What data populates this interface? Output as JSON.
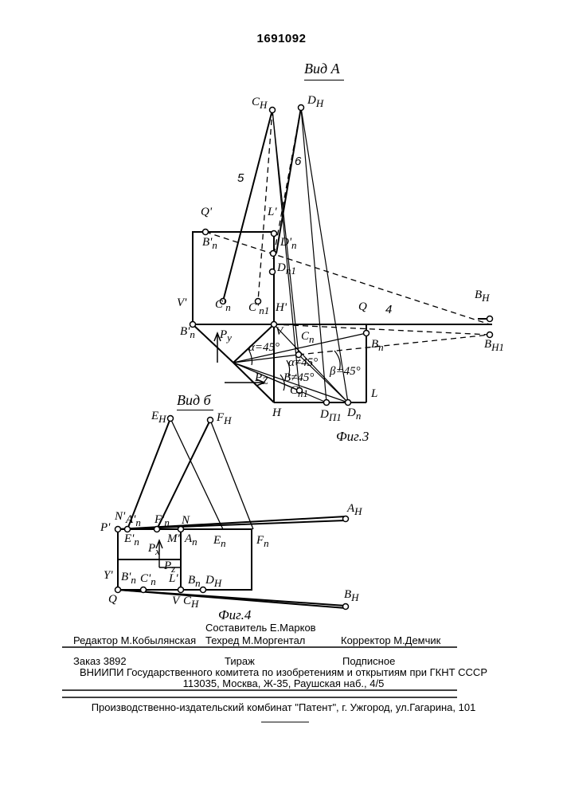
{
  "patent_number": "1691092",
  "figure3": {
    "view_label": "Вид A",
    "caption": "Фиг.3",
    "labels": {
      "CH": "C",
      "CH_sub": "H",
      "DH": "D",
      "DH_sub": "H",
      "five": "5",
      "six": "6",
      "Qp": "Q'",
      "Lp": "L'",
      "Bnp": "B'",
      "Bnp_sub": "п",
      "Dnp": "D'",
      "Dnp_sub": "п",
      "Dn1": "D",
      "Dn1_sub": "п1",
      "Vp": "V'",
      "Cnp": "C'",
      "Cnp_sub": "п",
      "Cn1p": "C'",
      "Cn1p_sub": "п1",
      "Hp": "H'",
      "Q": "Q",
      "four": "4",
      "BH": "B",
      "BH_sub": "H",
      "Bn": "B'",
      "Bn_sub": "п",
      "Py": "P",
      "Py_sub": "y",
      "V": "V",
      "Cn": "C",
      "Cn_sub": "п",
      "Bn1": "B",
      "Bn1_sub": "п",
      "BH1": "B",
      "BH1_sub": "H1",
      "alpha45": "α=45°",
      "alphaNe45": "α≠45°",
      "betaNe45": "B≠45°",
      "beta45": "β=45°",
      "Pz": "P",
      "Pz_sub": "Z",
      "Cn1": "C",
      "Cn1_sub": "п1",
      "L": "L",
      "H": "H",
      "Dpn1": "D",
      "Dpn1_sub": "П1",
      "Dpn": "D",
      "Dpn_sub": "п"
    }
  },
  "figure4": {
    "view_label": "Вид б",
    "caption": "Фиг.4",
    "labels": {
      "EH": "E",
      "EH_sub": "H",
      "FH": "F",
      "FH_sub": "H",
      "AH": "A",
      "AH_sub": "H",
      "Pp": "P'",
      "Np": "N'",
      "Anp": "A'",
      "Anp_sub": "п",
      "Fnp": "F'",
      "Fnp_sub": "п",
      "N": "N",
      "Mp": "M'",
      "Enp": "E'",
      "Enp_sub": "п",
      "Px": "P",
      "Px_sub": "x",
      "An": "A",
      "An_sub": "п",
      "En": "E",
      "En_sub": "п",
      "Fn": "F",
      "Fn_sub": "п",
      "Pz": "P",
      "Pz_sub": "z",
      "Yp": "Y'",
      "Bnp": "B'",
      "Bnp_sub": "п",
      "Cnp": "C'",
      "Cnp_sub": "п",
      "Lp": "L'",
      "Bn": "B",
      "Bn_sub": "п",
      "DH": "D",
      "DH_sub": "H",
      "Q": "Q",
      "V": "V",
      "CH": "C",
      "CH_sub": "H",
      "BH": "B",
      "BH_sub": "H"
    }
  },
  "footer": {
    "compiler": "Составитель Е.Марков",
    "editor": "Редактор М.Кобылянская",
    "techred": "Техред М.Моргентал",
    "corrector": "Корректор М.Демчик",
    "order": "Заказ 3892",
    "circulation": "Тираж",
    "subscription": "Подписное",
    "institute": "ВНИИПИ Государственного комитета по изобретениям и открытиям при ГКНТ СССР",
    "address": "113035, Москва, Ж-35, Раушская наб., 4/5",
    "publisher": "Производственно-издательский комбинат \"Патент\", г. Ужгород, ул.Гагарина, 101"
  }
}
